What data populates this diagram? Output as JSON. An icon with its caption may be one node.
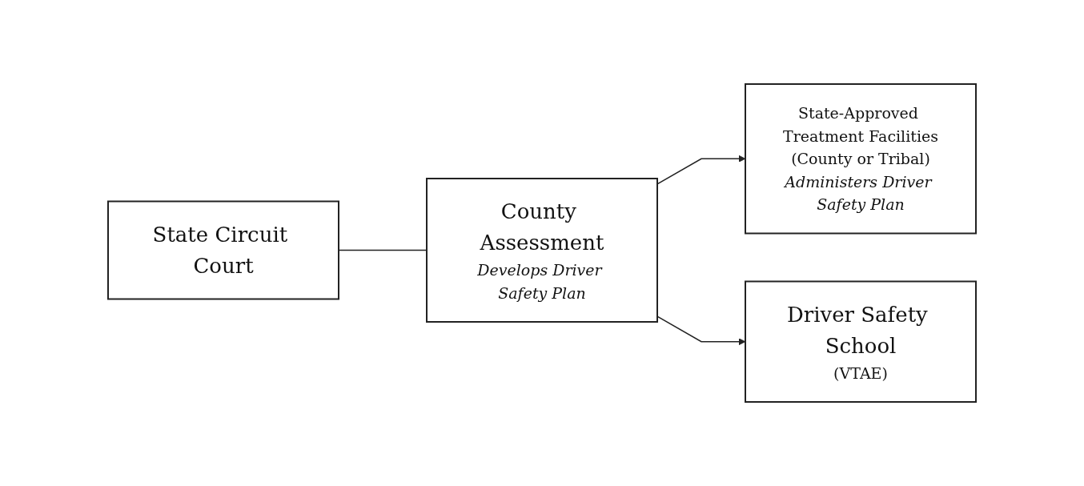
{
  "diagram": {
    "nodes": [
      {
        "text": [
          "State Circuit Court"
        ]
      },
      {
        "text": [
          "County Assessment",
          "Develops Driver Safety Plan"
        ]
      },
      {
        "text": [
          "State-Approved Treatment Facilities",
          "(County or Tribal)",
          "Administers Driver Safety Plan"
        ]
      },
      {
        "text": [
          "Driver Safety School",
          "(VTAE)"
        ]
      }
    ],
    "edges": [
      {
        "from": 0,
        "to": 1,
        "arrow": "none"
      },
      {
        "from": 1,
        "to": 2,
        "arrow": "to"
      },
      {
        "from": 1,
        "to": 3,
        "arrow": "to"
      }
    ]
  }
}
